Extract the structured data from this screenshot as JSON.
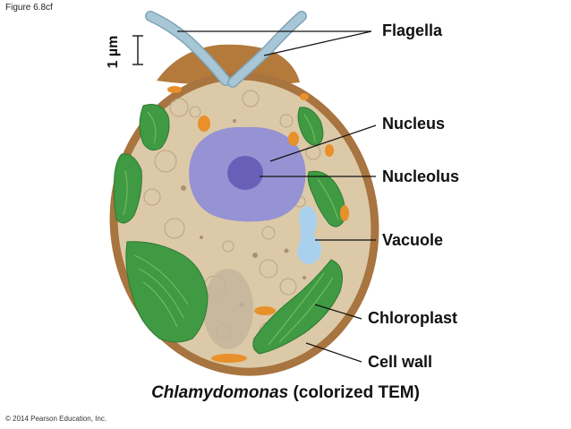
{
  "figure_label": "Figure 6.8cf",
  "scale_bar": {
    "label": "1 µm"
  },
  "labels": {
    "flagella": "Flagella",
    "nucleus": "Nucleus",
    "nucleolus": "Nucleolus",
    "vacuole": "Vacuole",
    "chloroplast": "Chloroplast",
    "cell_wall": "Cell wall"
  },
  "caption": {
    "organism": "Chlamydomonas",
    "method": "(colorized TEM)"
  },
  "copyright": "© 2014 Pearson Education, Inc.",
  "colors": {
    "cell_wall": "#a8743f",
    "cytoplasm": "#dcc9a8",
    "nucleus": "#8e8ed8",
    "nucleolus": "#6a5fb8",
    "chloroplast": "#3f9a43",
    "vacuole": "#a9d1ee",
    "flagella": "#a7c7d6",
    "orange_organelle": "#e8902a"
  }
}
